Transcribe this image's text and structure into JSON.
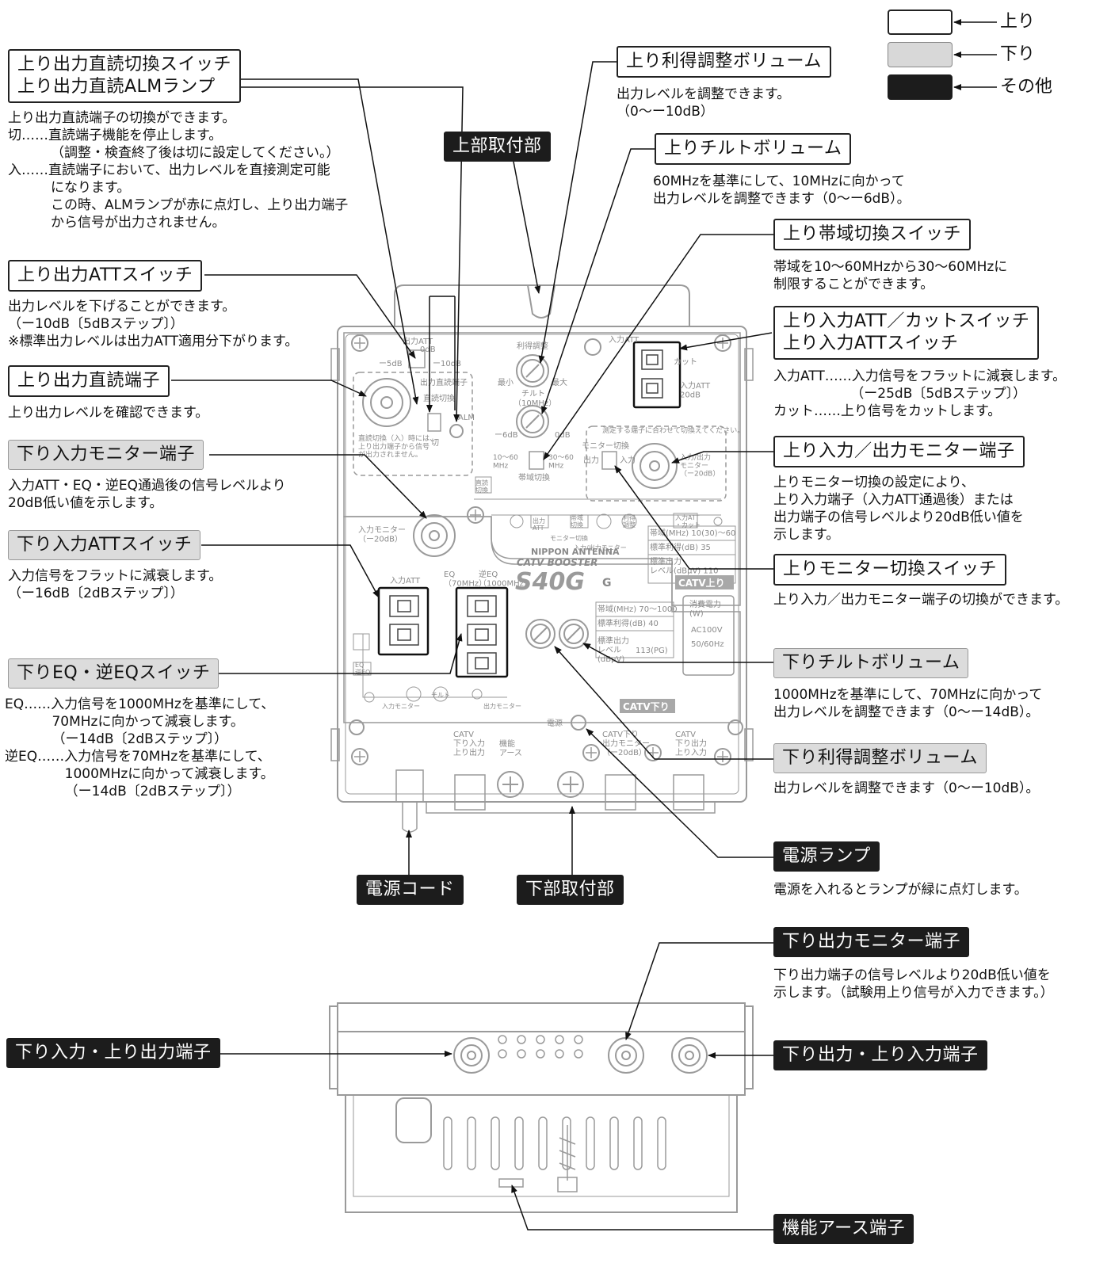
{
  "legend": {
    "up": "上り",
    "down": "下り",
    "other": "その他"
  },
  "labels": {
    "direct_switch": "上り出力直読切換スイッチ\n上り出力直読ALMランプ",
    "up_out_att": "上り出力ATTスイッチ",
    "up_out_direct_term": "上り出力直読端子",
    "down_in_monitor": "下り入力モニター端子",
    "down_in_att": "下り入力ATTスイッチ",
    "down_eq": "下りEQ・逆EQスイッチ",
    "top_mount": "上部取付部",
    "up_gain": "上り利得調整ボリューム",
    "up_tilt": "上りチルトボリューム",
    "up_band": "上り帯域切換スイッチ",
    "up_in_att": "上り入力ATT／カットスイッチ\n上り入力ATTスイッチ",
    "up_monitor_term": "上り入力／出力モニター端子",
    "up_monitor_switch": "上りモニター切換スイッチ",
    "down_tilt": "下りチルトボリューム",
    "down_gain": "下り利得調整ボリューム",
    "power_lamp": "電源ランプ",
    "power_cord": "電源コード",
    "bottom_mount": "下部取付部",
    "down_out_monitor": "下り出力モニター端子",
    "down_in_up_out": "下り入力・上り出力端子",
    "down_out_up_in": "下り出力・上り入力端子",
    "ground_term": "機能アース端子"
  },
  "descriptions": {
    "direct_switch": "上り出力直読端子の切換ができます。\n切……直読端子機能を停止します。\n          （調整・検査終了後は切に設定してください。）\n入……直読端子において、出力レベルを直接測定可能\n          になります。\n          この時、ALMランプが赤に点灯し、上り出力端子\n          から信号が出力されません。",
    "up_out_att": "出力レベルを下げることができます。\n（ー10dB〔5dBステップ〕）\n※標準出力レベルは出力ATT適用分下がります。",
    "up_out_direct_term": "上り出力レベルを確認できます。",
    "down_in_monitor": "入力ATT・EQ・逆EQ通過後の信号レベルより\n20dB低い値を示します。",
    "down_in_att": "入力信号をフラットに減衰します。\n（ー16dB〔2dBステップ〕）",
    "down_eq": "EQ……入力信号を1000MHzを基準にして、\n           70MHzに向かって減衰します。\n           （ー14dB〔2dBステップ〕）\n逆EQ……入力信号を70MHzを基準にして、\n              1000MHzに向かって減衰します。\n              （ー14dB〔2dBステップ〕）",
    "up_gain": "出力レベルを調整できます。\n（0〜ー10dB）",
    "up_tilt": "60MHzを基準にして、10MHzに向かって\n出力レベルを調整できます（0〜ー6dB）。",
    "up_band": "帯域を10〜60MHzから30〜60MHzに\n制限することができます。",
    "up_in_att": "入力ATT……入力信号をフラットに減衰します。\n                  （ー25dB〔5dBステップ〕）\nカット……上り信号をカットします。",
    "up_monitor_term": "上りモニター切換の設定により、\n上り入力端子（入力ATT通過後）または\n出力端子の信号レベルより20dB低い値を\n示します。",
    "up_monitor_switch": "上り入力／出力モニター端子の切換ができます。",
    "down_tilt": "1000MHzを基準にして、70MHzに向かって\n出力レベルを調整できます（0〜ー14dB）。",
    "down_gain": "出力レベルを調整できます（0〜ー10dB）。",
    "power_lamp": "電源を入れるとランプが緑に点灯します。",
    "down_out_monitor": "下り出力端子の信号レベルより20dB低い値を\n示します。（試験用上り信号が入力できます。）"
  },
  "device": {
    "brand": "NIPPON ANTENNA",
    "product": "CATV BOOSTER",
    "model": "S40G",
    "model_suffix": "G",
    "up_section": "CATV上り",
    "down_section": "CATV下り",
    "marks": {
      "out_att": "出力ATT",
      "zero_db": "0dB",
      "minus5": "ー5dB",
      "minus10": "ー10dB",
      "gain_adj": "利得調整",
      "min": "最小",
      "max": "最大",
      "tilt": "チルト",
      "tilt_10": "（10MHz）",
      "minus6": "ー6dB",
      "zero_short": "0dB",
      "direct_term": "出力直読端子",
      "direct_switch": "直読切換",
      "off": "切",
      "on": "入",
      "alm": "ALM",
      "in_att": "入力ATT",
      "cut": "カット",
      "in_att_20": "入力ATT\n20dB",
      "measure_note": "測定する端子に合わせて切換えてください。",
      "monitor_switch": "モニター切換",
      "output": "出力",
      "input": "入力",
      "in_out_monitor": "入力/出力\nモニター\n（ー20dB）",
      "band_10_60": "10〜60\nMHz",
      "band_30_60": "30〜60\nMHz",
      "band_switch": "帯域切換",
      "direct_note": "直読切換（入）時には、\n上り出力端子から信号\nが出力されません。",
      "in_monitor": "入力モニター\n（ー20dB）",
      "eq": "EQ\n（70MHz）",
      "rev_eq": "逆EQ\n（1000MHz）",
      "in_att_2": "入力ATT",
      "spec_band_up": "帯域(MHz) 10(30)〜60",
      "spec_gain_up": "標準利得(dB)  35",
      "spec_out_up": "標準出力\nレベル(dBμV)  110",
      "spec_band_down": "帯域(MHz) 70〜1000",
      "spec_gain_down": "標準利得(dB)  40",
      "spec_out_down": "標準出力\nレベル\n(dBμV)",
      "spec_out_down_val": "113(PG)",
      "power_consumption": "消費電力\n(W)",
      "ac100v": "AC100V",
      "freq": "50/60Hz",
      "power": "電源",
      "catv_down_in_up_out": "CATV\n下り入力\n上り出力",
      "func_ground": "機能\nアース",
      "catv_down_monitor": "CATV下り\n出力モニター\n（ー20dB）",
      "catv_down_out_up_in": "CATV\n下り出力\n上り入力",
      "monitor_switch_2": "モニター切換",
      "in_out_monitor_2": "入力/出力モニター",
      "out_att_box": "出力\nATT",
      "gain_box": "利得\n調整",
      "in_att_cut": "入力ATT\n・カット",
      "direct_box": "直読\n切換",
      "eq_box": "EQ\n逆EQ",
      "in_monitor_2": "入力モニター",
      "out_monitor_2": "出力モニター",
      "tilt_box": "チルト",
      "band_box": "帯域\n切換"
    }
  }
}
